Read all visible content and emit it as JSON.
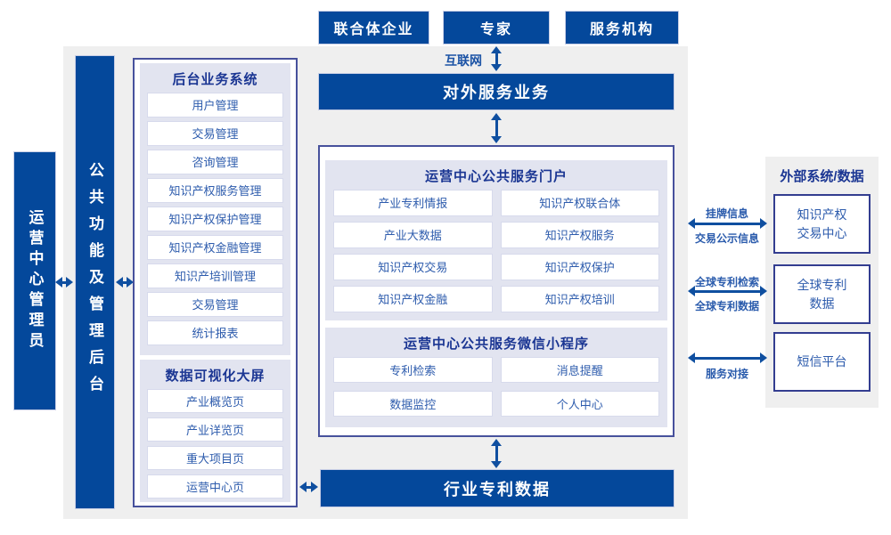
{
  "colors": {
    "primary_blue": "#04489b",
    "arrow_blue": "#0f4fa0",
    "panel_lavender": "#e2e4f0",
    "background_gray": "#efefef",
    "container_border": "#47519c",
    "title_navy": "#1b3693",
    "item_text_blue": "#2e5cad"
  },
  "top_actors": [
    "联合体企业",
    "专家",
    "服务机构"
  ],
  "internet_label": "互联网",
  "external_service_bar": "对外服务业务",
  "left_bars": {
    "admin": "运营中心管理员",
    "backend": "公共功能及管理后台"
  },
  "backend_panel": {
    "title": "后台业务系统",
    "items": [
      "用户管理",
      "交易管理",
      "咨询管理",
      "知识产权服务管理",
      "知识产权保护管理",
      "知识产权金融管理",
      "知识产培训管理",
      "交易管理",
      "统计报表"
    ]
  },
  "dashboard_panel": {
    "title": "数据可视化大屏",
    "items": [
      "产业概览页",
      "产业详览页",
      "重大项目页",
      "运营中心页"
    ]
  },
  "portal_panel": {
    "title": "运营中心公共服务门户",
    "items": [
      "产业专利情报",
      "知识产权联合体",
      "产业大数据",
      "知识产权服务",
      "知识产权交易",
      "知识产权保护",
      "知识产权金融",
      "知识产权培训"
    ]
  },
  "miniprogram_panel": {
    "title": "运营中心公共服务微信小程序",
    "items": [
      "专利检索",
      "消息提醒",
      "数据监控",
      "个人中心"
    ]
  },
  "industry_data_bar": "行业专利数据",
  "external_panel": {
    "title": "外部系统/数据",
    "boxes": [
      {
        "lines": [
          "知识产权",
          "交易中心"
        ]
      },
      {
        "lines": [
          "全球专利",
          "数据"
        ]
      },
      {
        "lines": [
          "短信平台"
        ]
      }
    ]
  },
  "link_labels": {
    "listing_info": "挂牌信息",
    "trade_publicity_info": "交易公示信息",
    "global_patent_search": "全球专利检索",
    "global_patent_data": "全球专利数据",
    "service_connection": "服务对接"
  }
}
